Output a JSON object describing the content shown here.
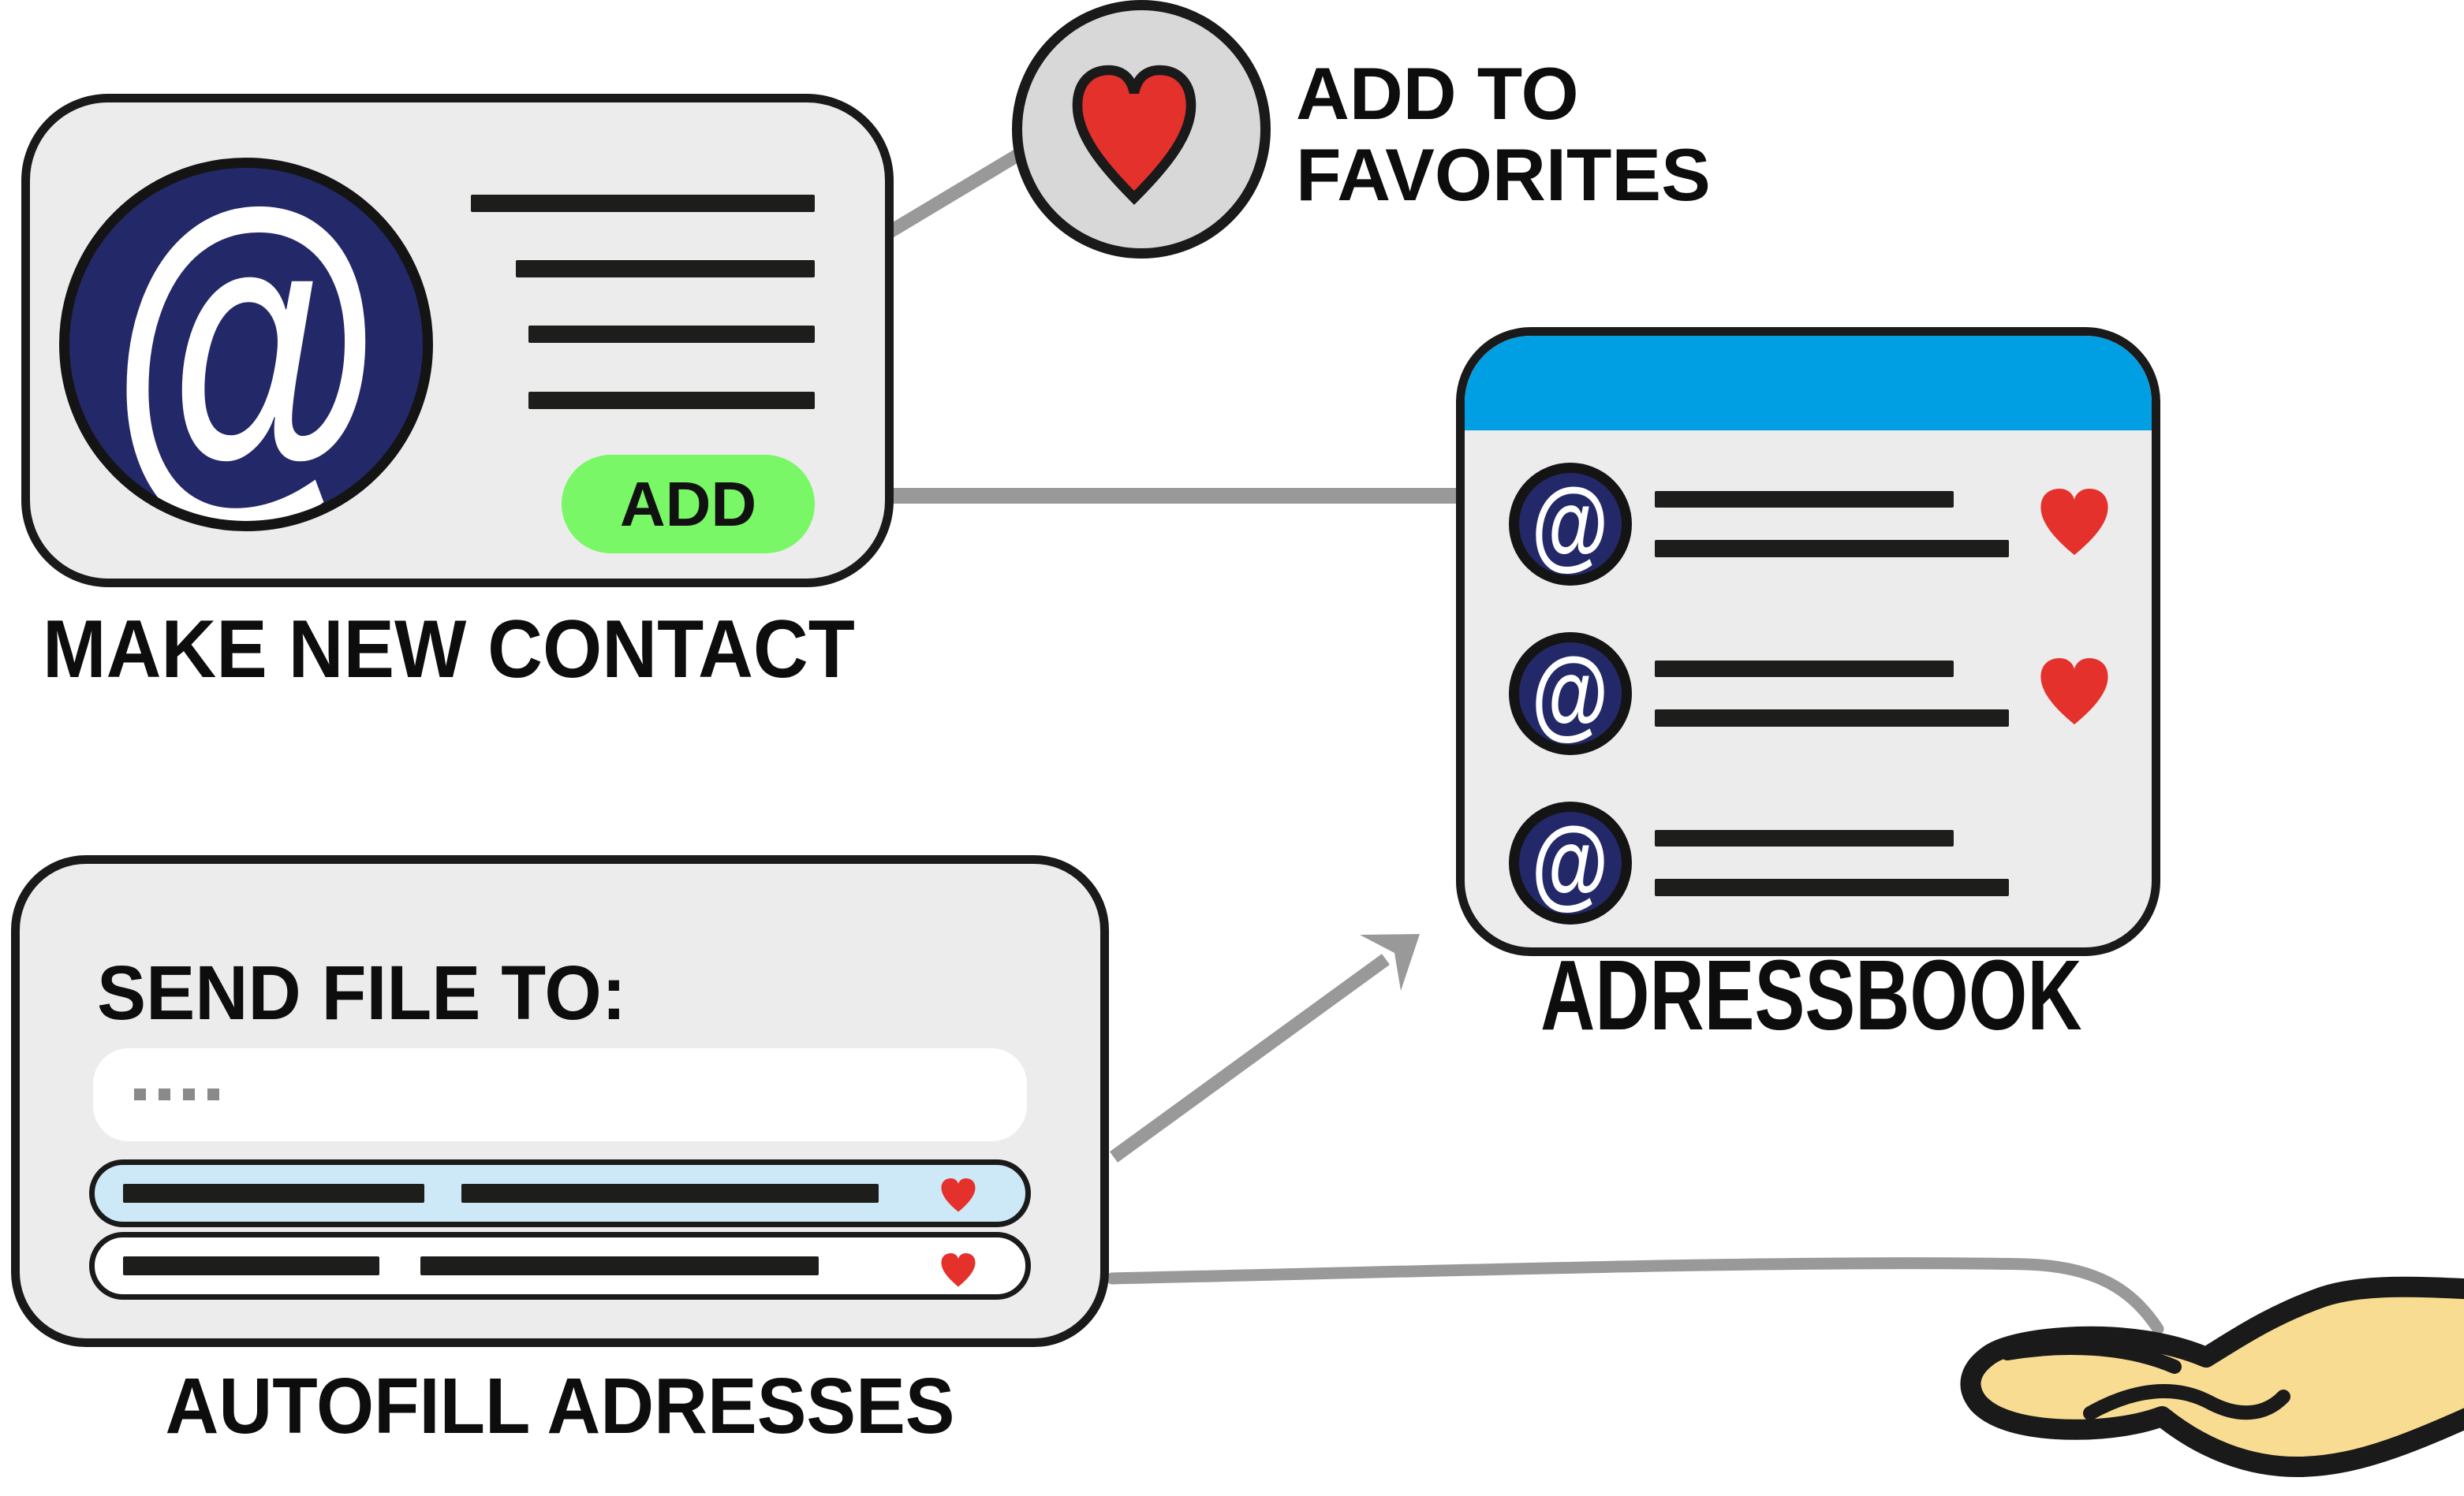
{
  "colors": {
    "paper": "#ffffff",
    "panel-bg": "#ececec",
    "ink": "#1a1a1a",
    "bar": "#1d1d1b",
    "navy": "#232968",
    "green": "#79f766",
    "red": "#e5312b",
    "titlebar-blue": "#009fe3",
    "row-highlight": "#cde8f6",
    "circle-gray": "#d8d8d8",
    "connector": "#999999",
    "hand-fill": "#f8dc92",
    "dot-gray": "#8a8a8a",
    "text": "#0d0d0d"
  },
  "make_new_contact": {
    "at_symbol": "@",
    "add_button_label": "ADD",
    "caption": "MAKE NEW CONTACT"
  },
  "favorites": {
    "caption_line1": "ADD TO",
    "caption_line2": "FAVORITES"
  },
  "addressbook": {
    "at_symbol": "@",
    "caption": "ADRESSBOOK"
  },
  "autofill": {
    "field_label": "SEND FILE TO:",
    "input_value": "····",
    "caption": "AUTOFILL ADRESSES"
  }
}
